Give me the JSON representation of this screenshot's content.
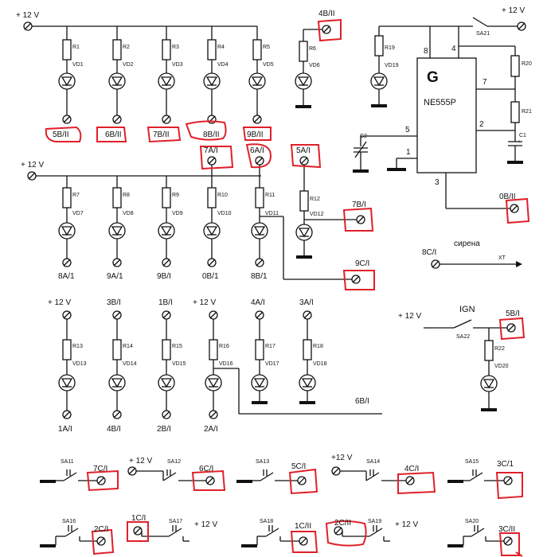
{
  "power": {
    "top_left": "+ 12 V",
    "mid_left": "+ 12 V",
    "top_right": "+ 12 V",
    "ign_feed": "+ 12 V"
  },
  "row1": {
    "resistors": [
      "R1",
      "R2",
      "R3",
      "R4",
      "R5",
      "R6"
    ],
    "leds": [
      "VD1",
      "VD2",
      "VD3",
      "VD4",
      "VD5",
      "VD6"
    ],
    "terminals": [
      "5B/II",
      "6B/II",
      "7B/II",
      "8B/II",
      "9B/II"
    ],
    "r6_terminal": "4B/II"
  },
  "timer": {
    "chip_letter": "G",
    "chip_name": "NE555P",
    "pins": [
      "8",
      "4",
      "7",
      "2",
      "5",
      "1",
      "3"
    ],
    "resistors": [
      "R19",
      "R20",
      "R21"
    ],
    "led": "VD19",
    "capacitors": [
      "C2",
      "C1"
    ],
    "polarity": "+",
    "switch": "SA21",
    "output_terminal": "0B/II"
  },
  "row2": {
    "resistors": [
      "R7",
      "R8",
      "R9",
      "R10",
      "R11",
      "R12"
    ],
    "leds": [
      "VD7",
      "VD8",
      "VD9",
      "VD10",
      "VD11",
      "VD12"
    ],
    "bottom_labels": [
      "8A/1",
      "9A/1",
      "9B/I",
      "0B/1",
      "8B/1"
    ],
    "top_terminals": [
      "7A/I",
      "6A/I",
      "5A/I"
    ],
    "side_terminals": [
      "7B/I",
      "9C/I"
    ]
  },
  "siren": {
    "terminal": "8C/I",
    "name": "сирена",
    "connector": "XT"
  },
  "row3": {
    "top_labels": [
      "+ 12 V",
      "3B/I",
      "1B/I",
      "+ 12 V",
      "4A/I",
      "3A/I"
    ],
    "resistors": [
      "R13",
      "R14",
      "R15",
      "R16",
      "R17",
      "R18"
    ],
    "leds": [
      "VD13",
      "VD14",
      "VD15",
      "VD16",
      "VD17",
      "VD18"
    ],
    "bottom_labels": [
      "1A/I",
      "4B/I",
      "2B/I",
      "2A/I"
    ],
    "side_label": "6B/I"
  },
  "ign": {
    "title": "IGN",
    "switch": "SA22",
    "terminal": "5B/I",
    "resistor": "R22",
    "led": "VD20"
  },
  "switches_row1": [
    {
      "sw": "SA11",
      "label": "7C/I"
    },
    {
      "sw": "SA12",
      "label": "6C/I",
      "feed": "+ 12 V"
    },
    {
      "sw": "SA13",
      "label": "5C/I"
    },
    {
      "sw": "SA14",
      "label": "4C/I",
      "feed": "+12 V"
    },
    {
      "sw": "SA15",
      "label": "3C/1"
    }
  ],
  "switches_row2": [
    {
      "sw": "SA16",
      "label": "2C/I"
    },
    {
      "sw": "SA17",
      "label": "1C/I",
      "feed": "+ 12 V"
    },
    {
      "sw": "SA18",
      "label": "1C/II"
    },
    {
      "sw": "SA19",
      "label": "2C/II",
      "feed": "+ 12 V"
    },
    {
      "sw": "SA20",
      "label": "3C/II"
    }
  ]
}
